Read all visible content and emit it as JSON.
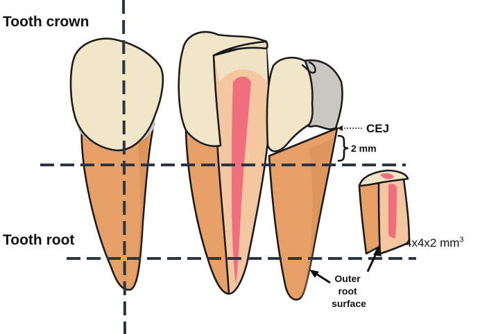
{
  "labels": {
    "crown": "Tooth crown",
    "root": "Tooth root",
    "cej": "CEJ",
    "gap": "2 mm",
    "size": "4x4x2 mm",
    "size_exp": "3",
    "outer_1": "Outer",
    "outer_2": "root",
    "outer_3": "surface"
  },
  "colors": {
    "enamel": "#f1e6c8",
    "root": "#e7a067",
    "dentin": "#f4c7a0",
    "pulp": "#ef6f7f",
    "cervical": "#c9c7c2",
    "guide_line": "#2b3440"
  }
}
